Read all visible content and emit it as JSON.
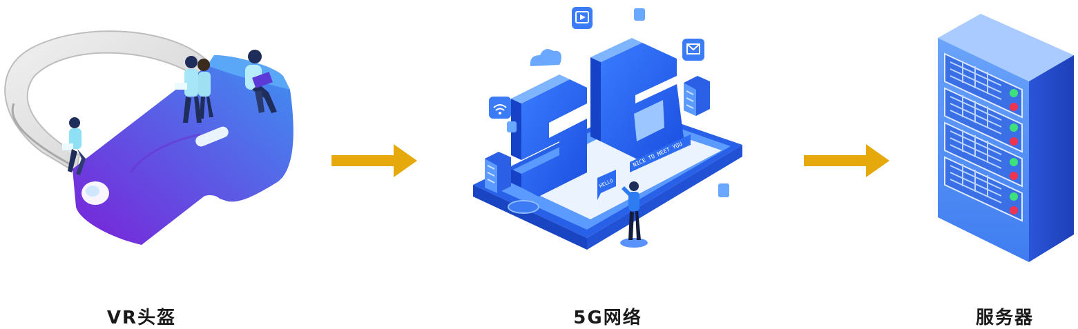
{
  "nodes": [
    {
      "label": "VR头盔",
      "icon": "vr-headset-icon"
    },
    {
      "label": "5G网络",
      "icon": "5g-network-icon"
    },
    {
      "label": "服务器",
      "icon": "server-icon"
    }
  ],
  "scene_text": {
    "greeting": "HELLO",
    "banner": "NICE TO MEET YOU",
    "big_text": "5G"
  },
  "colors": {
    "arrow": "#E6A90C",
    "vr_gradient_start": "#7A2BD9",
    "vr_gradient_end": "#3C8CF0",
    "blue_primary": "#1E5BF0",
    "blue_light": "#5AA0FF",
    "server_face": "#4E8BF5",
    "server_side": "#2B55D8",
    "led_green": "#3EE07A",
    "led_red": "#F0334E"
  }
}
